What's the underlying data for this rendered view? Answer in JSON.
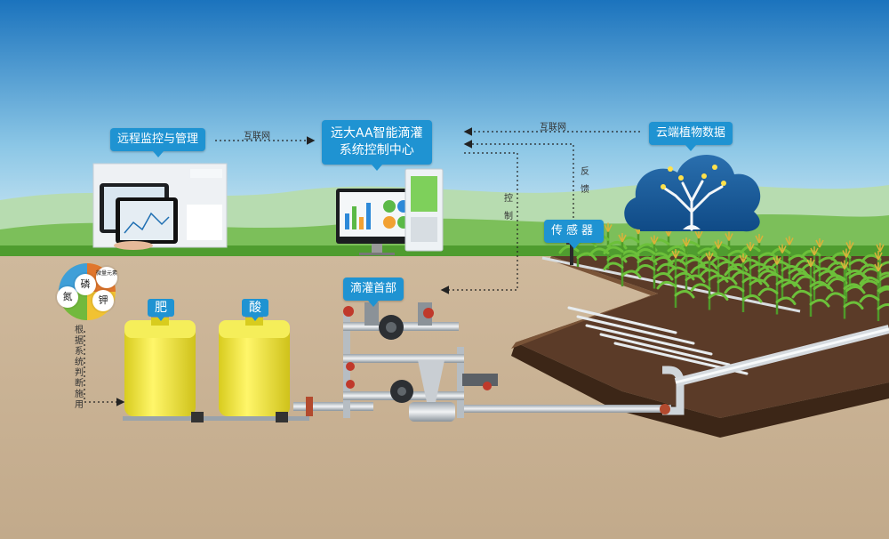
{
  "labels": {
    "remote_monitor": "远程监控与管理",
    "control_center_line1": "远大AA智能滴灌",
    "control_center_line2": "系统控制中心",
    "cloud_data": "云端植物数据",
    "sensor": "传感器",
    "head_unit": "滴灌首部",
    "fertilizer": "肥",
    "acid": "酸",
    "internet_left": "互联网",
    "internet_right": "互联网",
    "feedback": "反馈",
    "control": "控制",
    "apply_by_system": "根据系统判断施用"
  },
  "nutrients": {
    "nitrogen": "氮",
    "phosphorus": "磷",
    "potassium": "钾",
    "trace": "微量元素"
  },
  "icons": [
    "tablet-icon",
    "monitor-icon",
    "cloud-tree-icon",
    "sensor-icon",
    "tank-icon",
    "pump-icon",
    "corn-plant-icon"
  ],
  "colors": {
    "sky_top": "#1b73bd",
    "sky_bottom": "#d9eef7",
    "soil": "#cdb79a",
    "callout": "#1f93d2",
    "tank": "#f0e53a",
    "field": "#5b3b28"
  }
}
